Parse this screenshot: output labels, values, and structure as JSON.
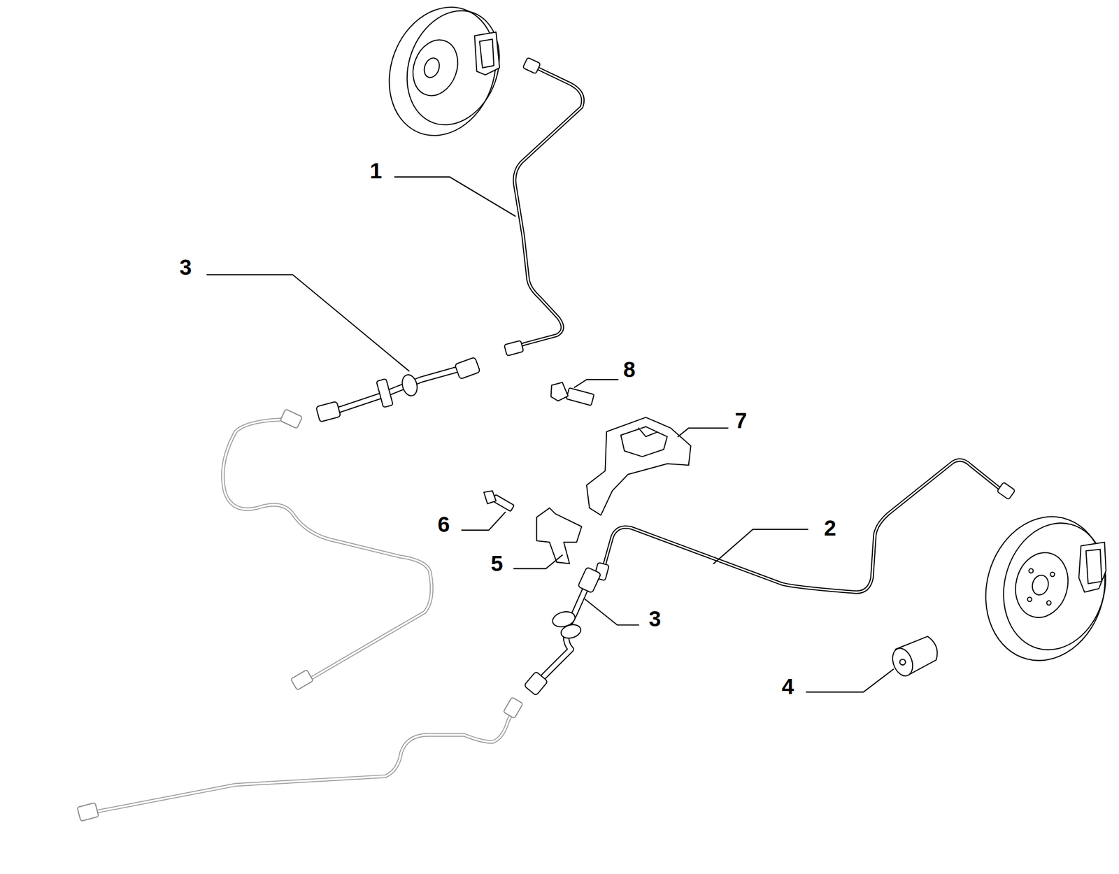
{
  "diagram": {
    "labels": [
      "1",
      "3",
      "8",
      "7",
      "6",
      "2",
      "5",
      "3",
      "4"
    ]
  }
}
